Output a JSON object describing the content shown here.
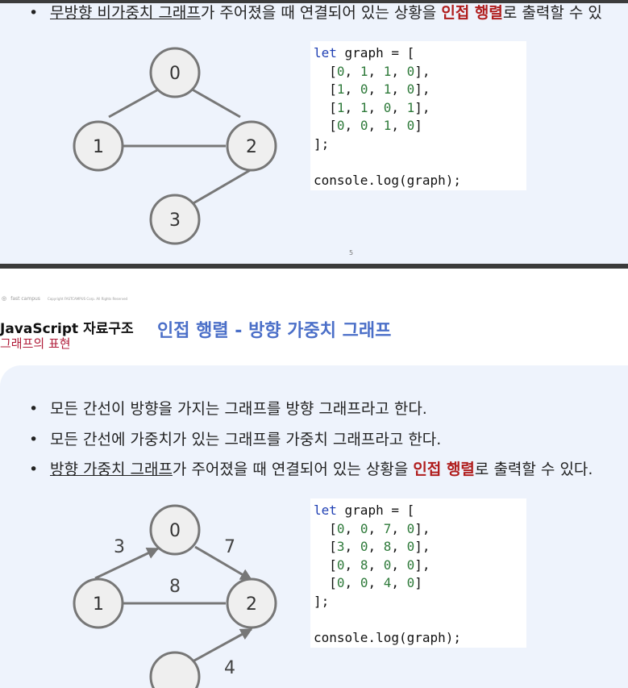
{
  "top_slide": {
    "bullet": {
      "underlined": "무방향 비가중치 그래프",
      "before_red": "가 주어졌을 때 연결되어 있는 상황을 ",
      "red": "인접 행렬",
      "after_red": "로 출력할 수 있"
    },
    "graph": {
      "nodes": [
        "0",
        "1",
        "2",
        "3"
      ]
    },
    "code": {
      "keyword": "let",
      "decl": " graph = [",
      "rows": [
        [
          "0",
          "1",
          "1",
          "0"
        ],
        [
          "1",
          "0",
          "1",
          "0"
        ],
        [
          "1",
          "1",
          "0",
          "1"
        ],
        [
          "0",
          "0",
          "1",
          "0"
        ]
      ],
      "close": "];",
      "log": "console.log(graph);"
    },
    "page_number": "5"
  },
  "bottom_slide": {
    "brand": "fast campus",
    "copyright": "Copyright FASTCAMPUS Corp. All Rights Reserved",
    "course_title": "JavaScript 자료구조",
    "course_subtitle": "그래프의 표현",
    "heading": "인접 행렬 - 방향 가중치 그래프",
    "bullets": [
      "모든 간선이 방향을 가지는 그래프를 방향 그래프라고 한다.",
      "모든 간선에 가중치가 있는 그래프를 가중치 그래프라고 한다."
    ],
    "bullet3": {
      "underlined": "방향 가중치 그래프",
      "before_red": "가 주어졌을 때 연결되어 있는 상황을 ",
      "red": "인접 행렬",
      "after_red": "로 출력할 수 있다."
    },
    "graph": {
      "nodes": [
        "0",
        "1",
        "2"
      ],
      "weights": [
        "3",
        "7",
        "8",
        "4"
      ]
    },
    "code": {
      "keyword": "let",
      "decl": " graph = [",
      "rows": [
        [
          "0",
          "0",
          "7",
          "0"
        ],
        [
          "3",
          "0",
          "8",
          "0"
        ],
        [
          "0",
          "8",
          "0",
          "0"
        ],
        [
          "0",
          "0",
          "4",
          "0"
        ]
      ],
      "close": "];",
      "log": "console.log(graph);"
    }
  },
  "colors": {
    "accent_red": "#b01d1d",
    "heading_blue": "#4b6fc8",
    "code_keyword": "#1f3fb3",
    "code_number": "#2e7a3a",
    "panel_bg": "#eef3fc"
  }
}
